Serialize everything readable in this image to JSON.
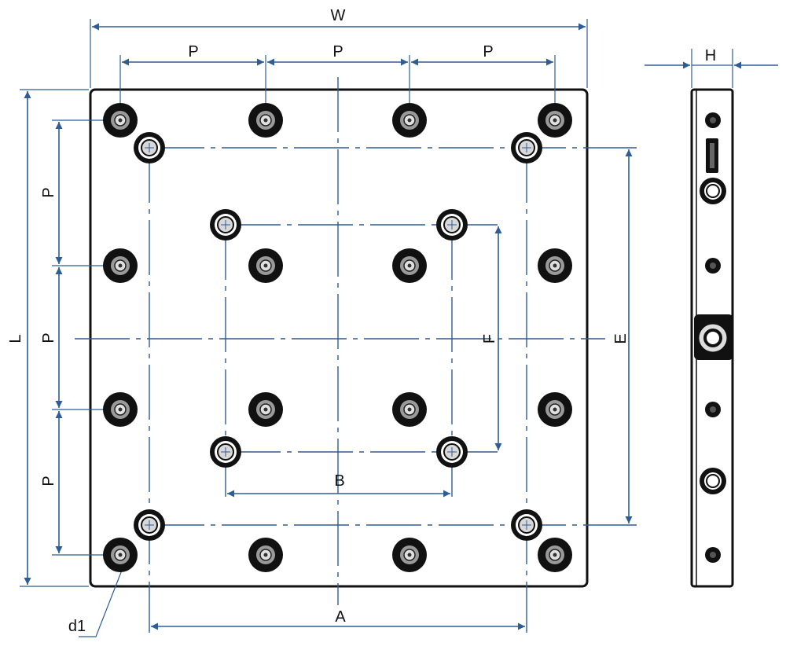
{
  "labels": {
    "W": "W",
    "P": "P",
    "H": "H",
    "L": "L",
    "E": "E",
    "F": "F",
    "A": "A",
    "B": "B",
    "d1": "d1"
  },
  "colors": {
    "dimension_line": "#2e5c94",
    "outline": "#111111",
    "background": "#ffffff"
  },
  "icons": {
    "mount_hole": "counterbored-hole-icon",
    "locating_bushing": "locating-bushing-icon"
  }
}
